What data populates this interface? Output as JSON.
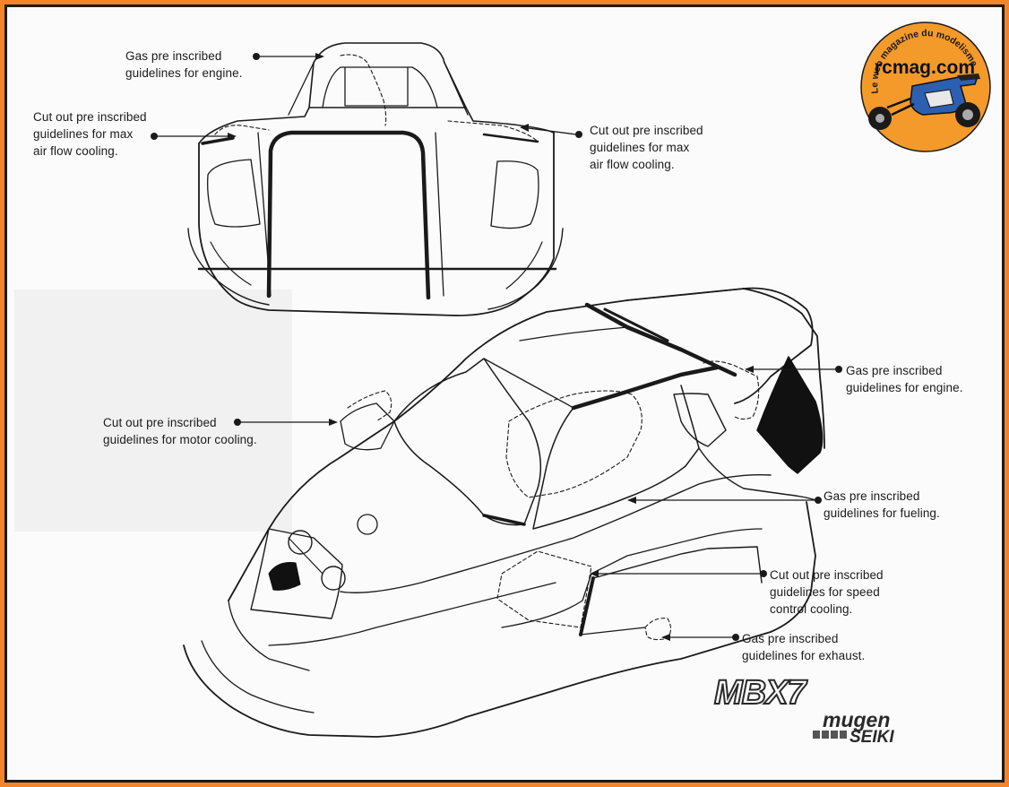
{
  "labels": {
    "top_gas_engine": "Gas pre inscribed\nguidelines for engine.",
    "top_cut_left": "Cut out pre inscribed\nguidelines for max\nair flow cooling.",
    "top_cut_right": "Cut out pre inscribed\nguidelines for max\nair flow cooling.",
    "motor_cooling": "Cut out pre inscribed\nguidelines for motor cooling.",
    "side_gas_engine": "Gas pre inscribed\nguidelines for engine.",
    "fueling": "Gas pre inscribed\nguidelines for fueling.",
    "speed_control": "Cut out pre inscribed\nguidelines for speed\ncontrol cooling.",
    "exhaust": "Gas pre inscribed\nguidelines for exhaust."
  },
  "branding": {
    "model": "MBX7",
    "maker_line1": "mugen",
    "maker_line2": "SEIKI"
  },
  "watermark": {
    "site": "rcmag.com",
    "tagline": "Le web magazine du modelisme"
  },
  "colors": {
    "frame_orange": "#f3842a",
    "logo_orange": "#f39a2a",
    "ink": "#1a1a1a"
  }
}
